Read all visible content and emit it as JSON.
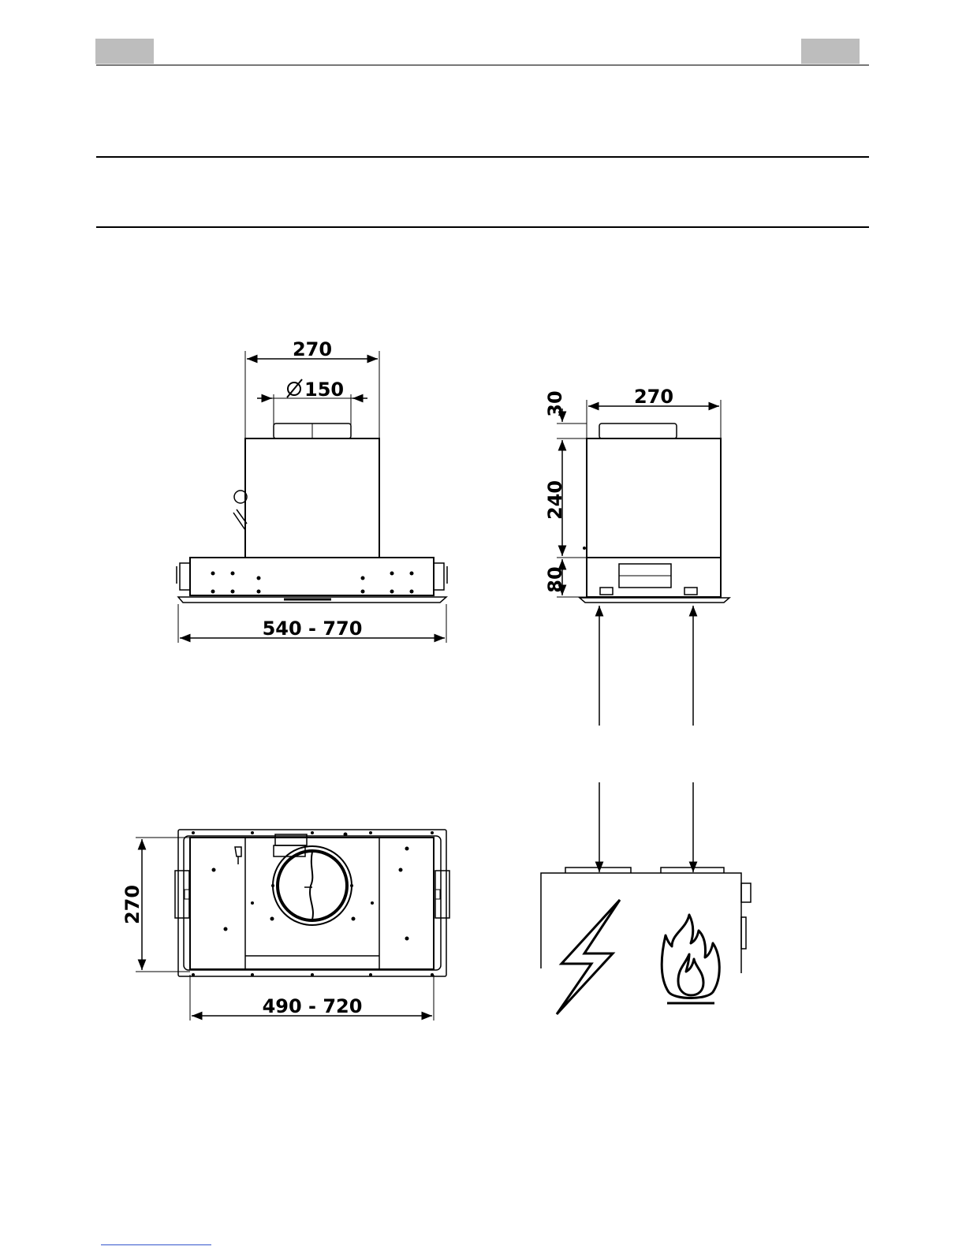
{
  "colors": {
    "header_tab": "#bdbdbd",
    "line": "#000000"
  },
  "front_view": {
    "width_top": "270",
    "duct_diameter": "150",
    "width_range": "540 - 770"
  },
  "side_view": {
    "width_top": "270",
    "height_top": "30",
    "height_body": "240",
    "height_base": "80"
  },
  "bottom_view": {
    "depth": "270",
    "width_range": "490 - 720"
  },
  "hazard_icons": [
    "lightning-icon",
    "flame-icon"
  ]
}
